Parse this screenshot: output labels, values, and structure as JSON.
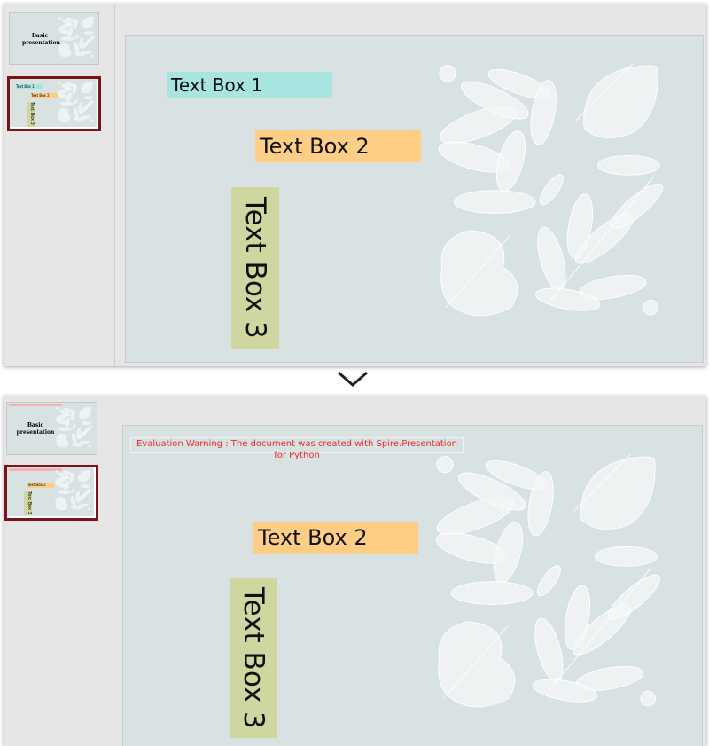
{
  "before": {
    "thumbnails": [
      {
        "title": "Basic presentation"
      },
      {
        "boxes": [
          "Text Box 1",
          "Text Box 2",
          "Text Box 3"
        ],
        "selected": true
      }
    ],
    "slide": {
      "text_box_1": "Text Box 1",
      "text_box_2": "Text Box 2",
      "text_box_3": "Text Box 3"
    }
  },
  "transition_icon": "chevron-down-icon",
  "after": {
    "thumbnails": [
      {
        "title": "Basic presentation"
      },
      {
        "boxes": [
          "Text Box 2",
          "Text Box 3"
        ],
        "selected": true
      }
    ],
    "slide": {
      "warning": "Evaluation Warning : The document was created with Spire.Presentation for Python",
      "text_box_2": "Text Box 2",
      "text_box_3": "Text Box 3"
    }
  },
  "colors": {
    "text_box_1": "#a8e4e0",
    "text_box_2": "#fecd86",
    "text_box_3": "#cfd6a0",
    "slide_bg": "#d9e2e2",
    "selection": "#7a1418",
    "warning": "#ee2a2a"
  }
}
